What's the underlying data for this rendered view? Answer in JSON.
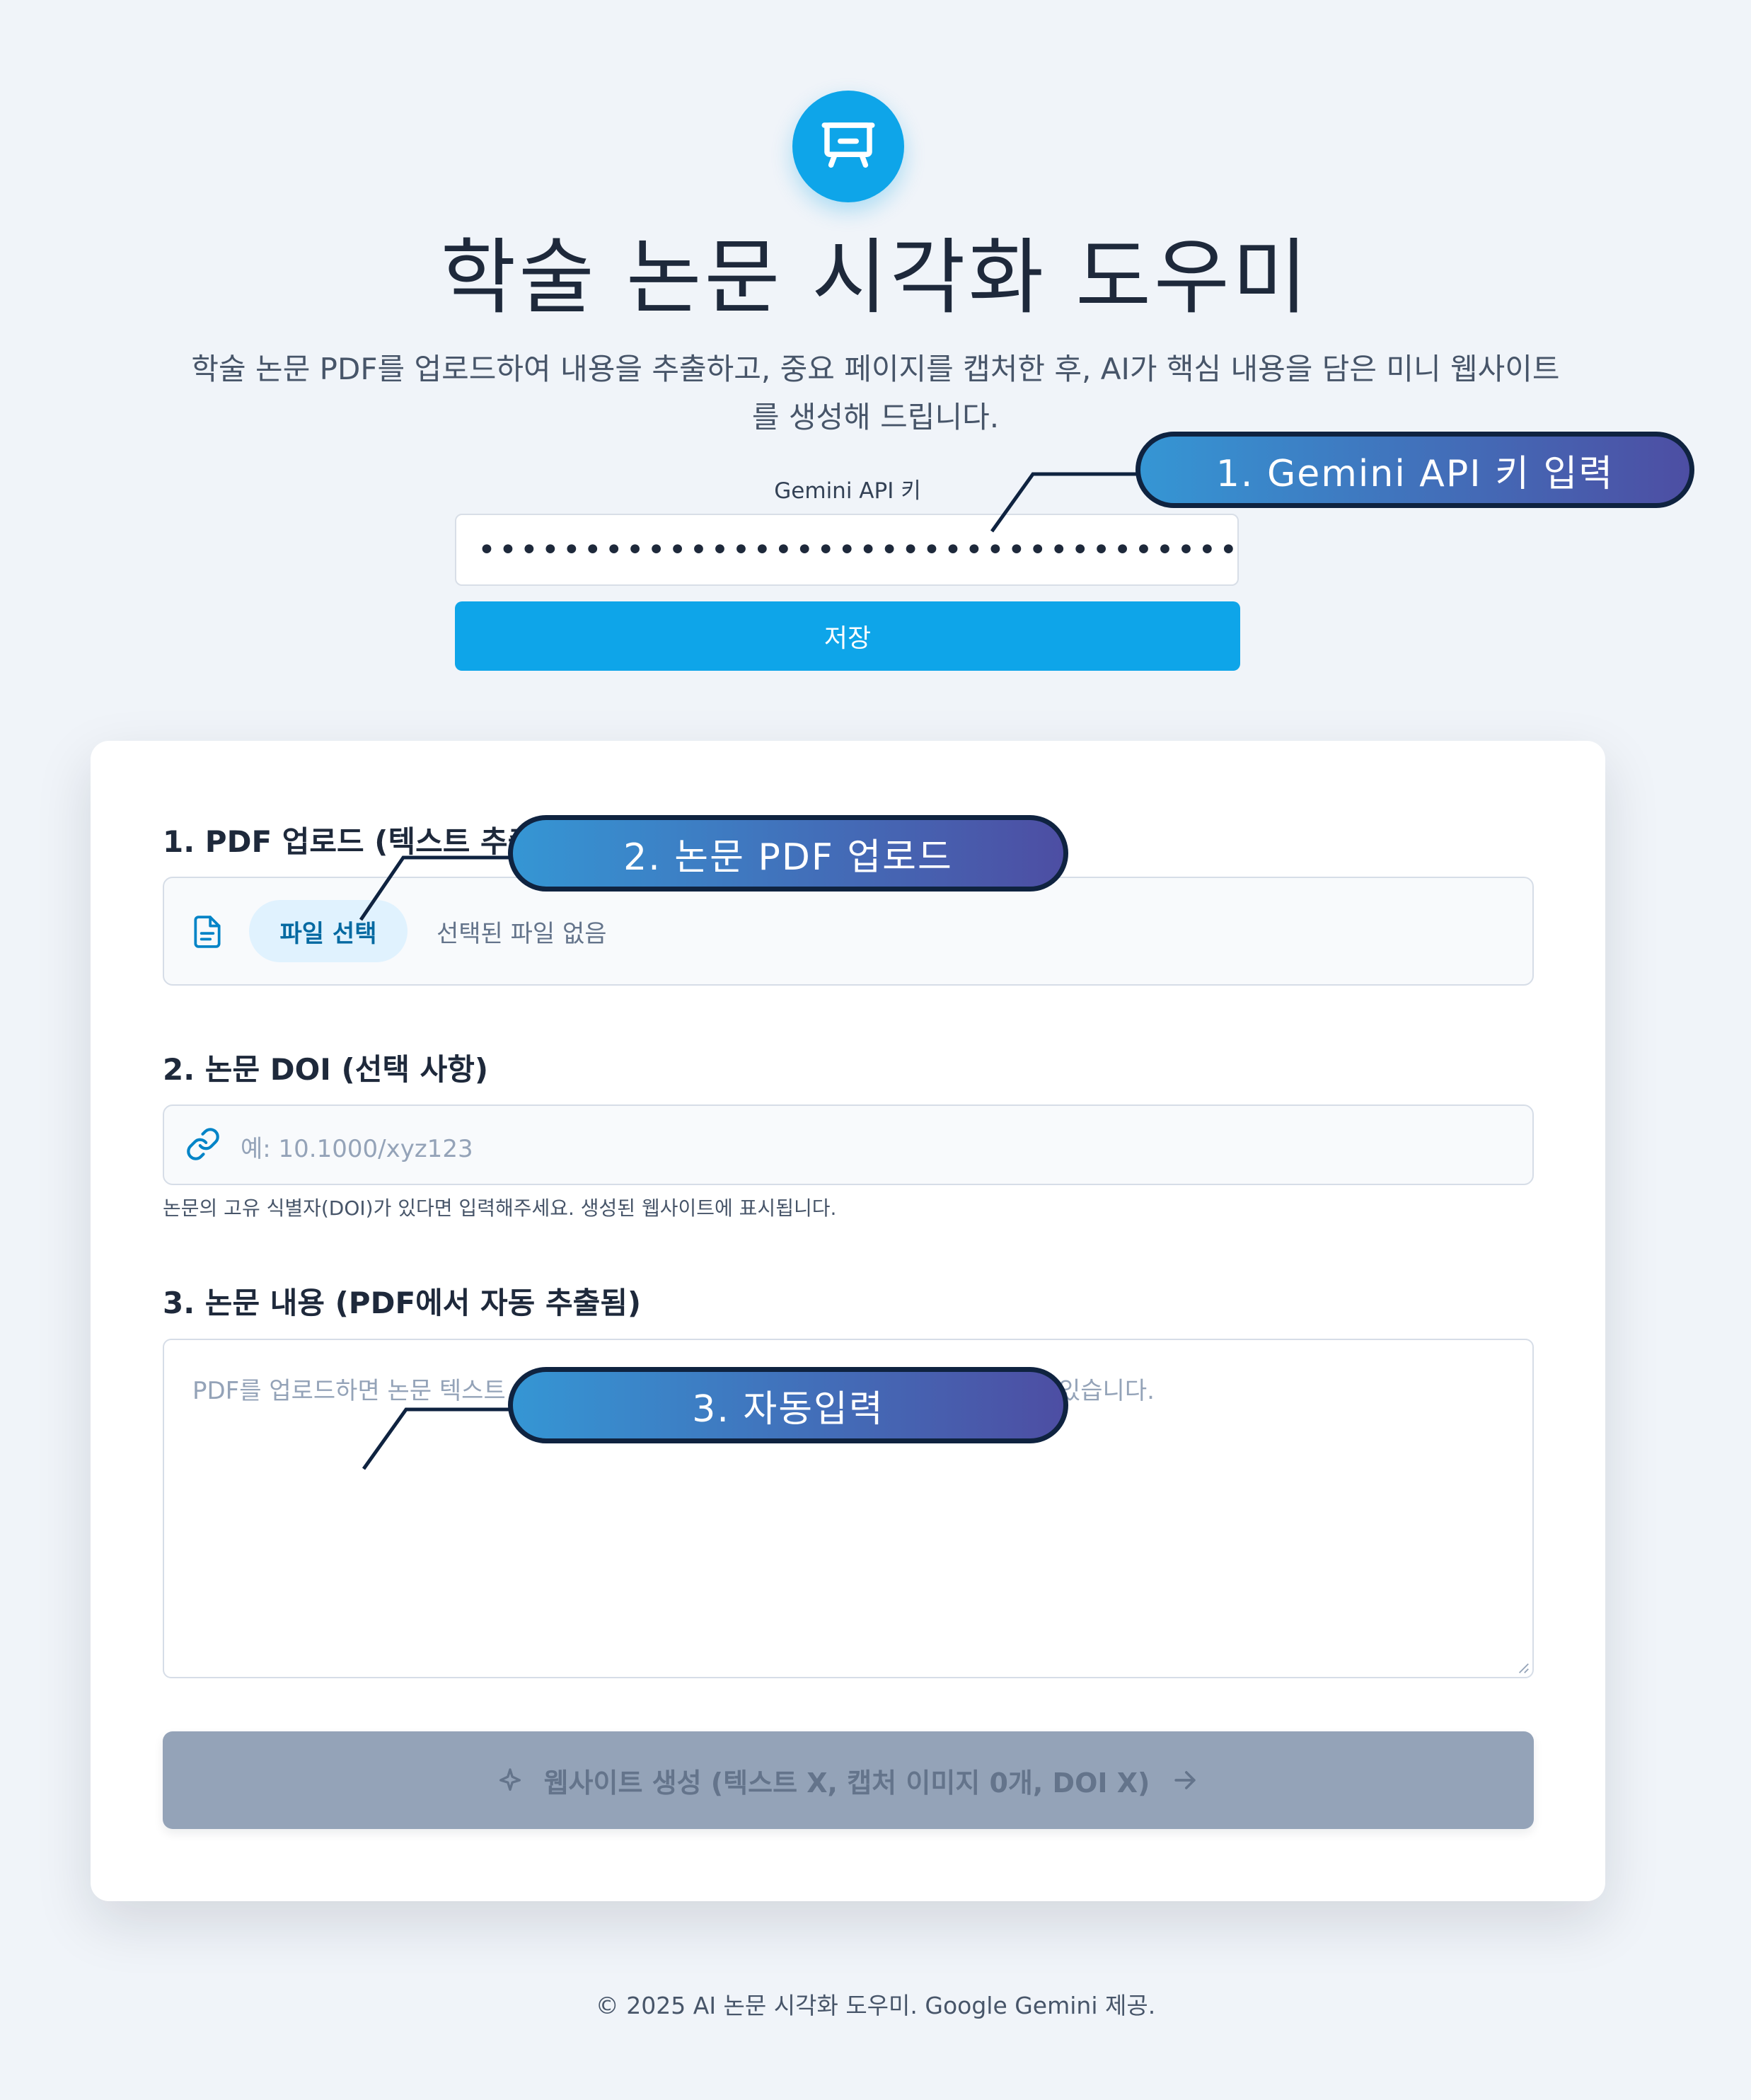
{
  "header": {
    "title": "학술 논문 시각화 도우미",
    "subtitle_line1": "학술 논문 PDF를 업로드하여 내용을 추출하고, 중요 페이지를 캡처한 후, AI가 핵심 내용을 담은 미니 웹사이트",
    "subtitle_line2": "를 생성해 드립니다."
  },
  "api": {
    "label": "Gemini API 키",
    "value": "••••••••••••••••••••••••••••••••••••••",
    "save_label": "저장"
  },
  "upload": {
    "title": "1. PDF 업로드 (텍스트 추출",
    "choose_label": "파일 선택",
    "status": "선택된 파일 없음"
  },
  "doi": {
    "title": "2. 논문 DOI (선택 사항)",
    "placeholder": "예: 10.1000/xyz123",
    "help": "논문의 고유 식별자(DOI)가 있다면 입력해주세요. 생성된 웹사이트에 표시됩니다."
  },
  "content": {
    "title": "3. 논문 내용 (PDF에서 자동 추출됨)",
    "placeholder_left": "PDF를 업로드하면 논문 텍스트",
    "placeholder_right": "있습니다."
  },
  "generate": {
    "label": "웹사이트 생성 (텍스트 X, 캡처 이미지 0개, DOI X)"
  },
  "footer": {
    "text": "© 2025 AI 논문 시각화 도우미. Google Gemini 제공."
  },
  "callouts": {
    "api": "1. Gemini API 키 입력",
    "pdf": "2. 논문 PDF 업로드",
    "auto": "3. 자동입력"
  },
  "colors": {
    "accent": "#0ea5e9",
    "background": "#f0f4f9",
    "disabled_button": "#94a3b8",
    "callout_gradient_start": "#3596d4",
    "callout_gradient_end": "#4d4ea3",
    "callout_border": "#0f2340"
  },
  "icons": {
    "logo": "presentation-board-icon",
    "file": "file-text-icon",
    "doi": "link-icon",
    "generate": "sparkle-icon",
    "arrow": "arrow-right-icon"
  }
}
